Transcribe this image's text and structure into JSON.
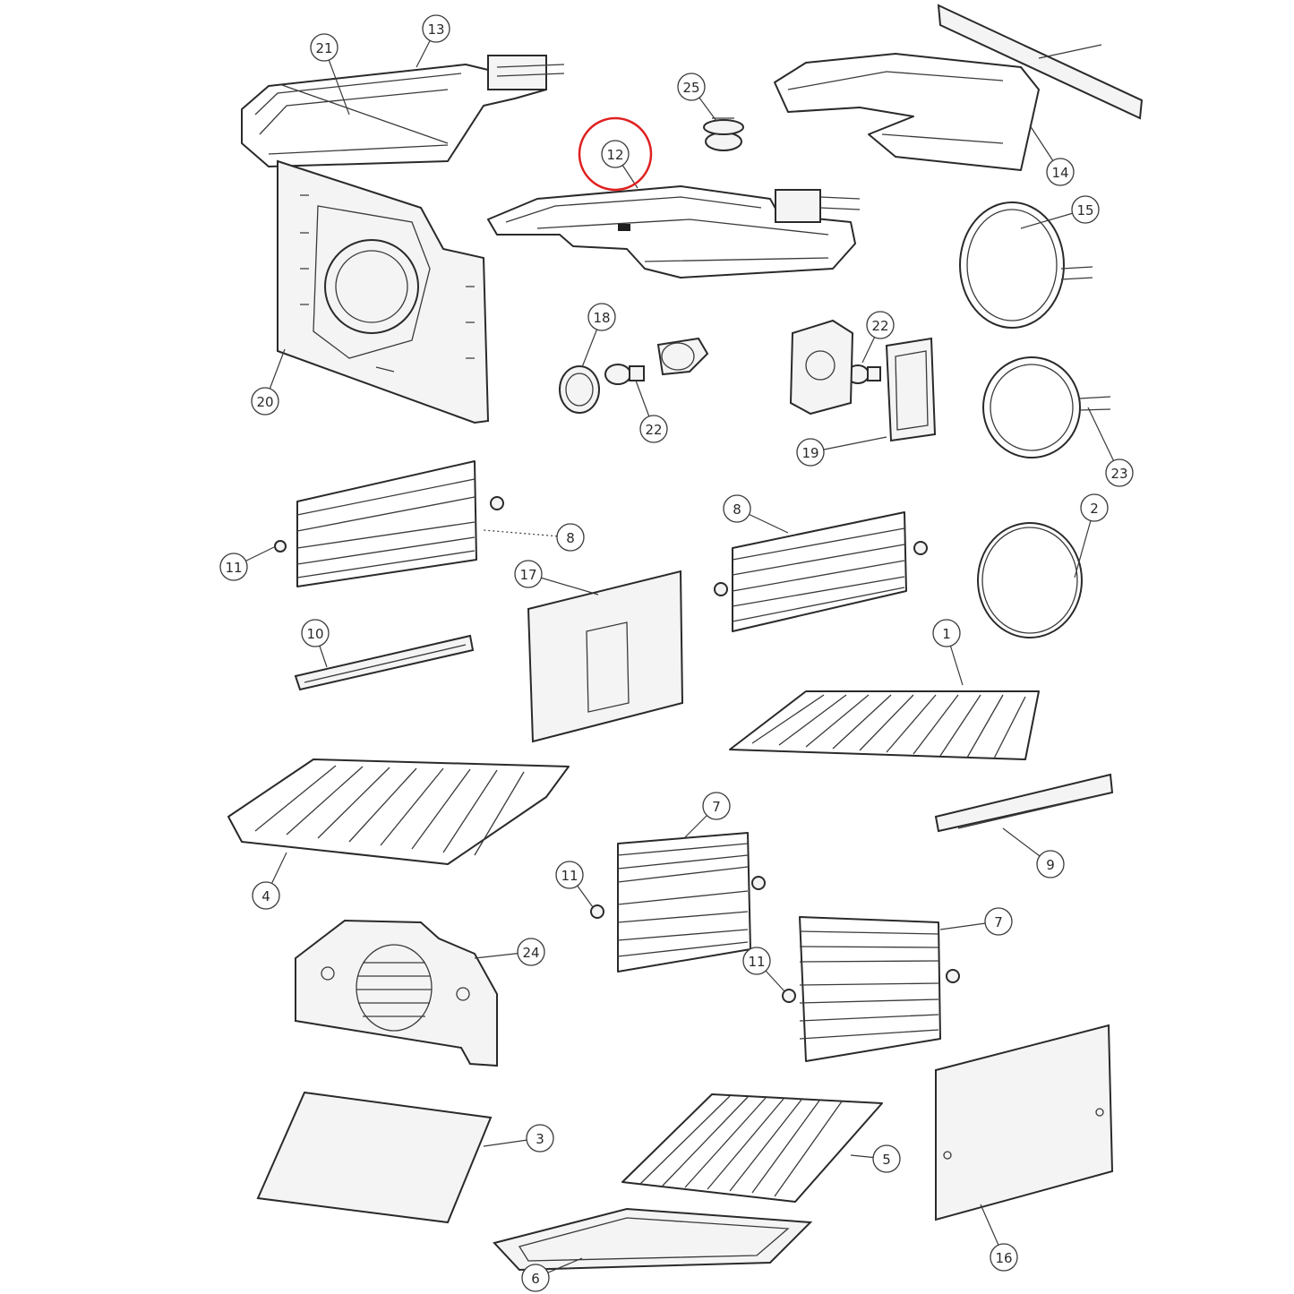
{
  "callouts": [
    {
      "label": "1"
    },
    {
      "label": "2"
    },
    {
      "label": "3"
    },
    {
      "label": "4"
    },
    {
      "label": "5"
    },
    {
      "label": "6"
    },
    {
      "label": "7"
    },
    {
      "label": "7"
    },
    {
      "label": "8"
    },
    {
      "label": "8"
    },
    {
      "label": "9"
    },
    {
      "label": "10"
    },
    {
      "label": "11"
    },
    {
      "label": "11"
    },
    {
      "label": "11"
    },
    {
      "label": "12"
    },
    {
      "label": "13"
    },
    {
      "label": "14"
    },
    {
      "label": "15"
    },
    {
      "label": "16"
    },
    {
      "label": "17"
    },
    {
      "label": "18"
    },
    {
      "label": "19"
    },
    {
      "label": "20"
    },
    {
      "label": "21"
    },
    {
      "label": "22"
    },
    {
      "label": "22"
    },
    {
      "label": "23"
    },
    {
      "label": "24"
    },
    {
      "label": "25"
    }
  ],
  "highlight": {
    "label": "12",
    "color": "#e02020"
  }
}
